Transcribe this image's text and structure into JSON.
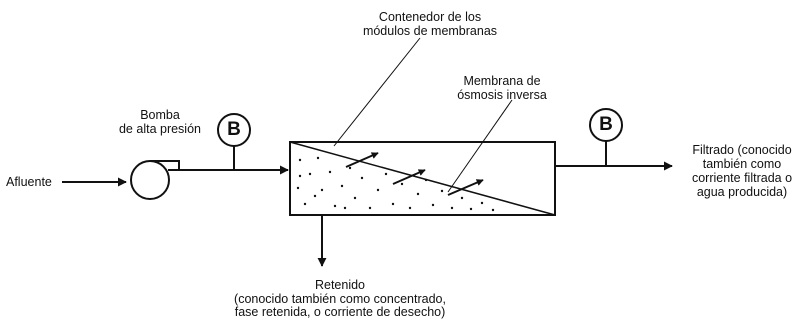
{
  "labels": {
    "container_line1": "Contenedor de los",
    "container_line2": "módulos de membranas",
    "membrane_line1": "Membrana de",
    "membrane_line2": "ósmosis inversa",
    "pump_line1": "Bomba",
    "pump_line2": "de alta presión",
    "gauge_left": "B",
    "gauge_right": "B",
    "influent": "Afluente",
    "filtrate_line1": "Filtrado (conocido",
    "filtrate_line2": "también como",
    "filtrate_line3": "corriente filtrada o",
    "filtrate_line4": "agua producida)",
    "retentate_line1": "Retenido",
    "retentate_line2": "(conocido también como concentrado,",
    "retentate_line3": "fase retenida, o corriente de desecho)"
  },
  "colors": {
    "stroke": "#111111",
    "background": "#ffffff"
  }
}
